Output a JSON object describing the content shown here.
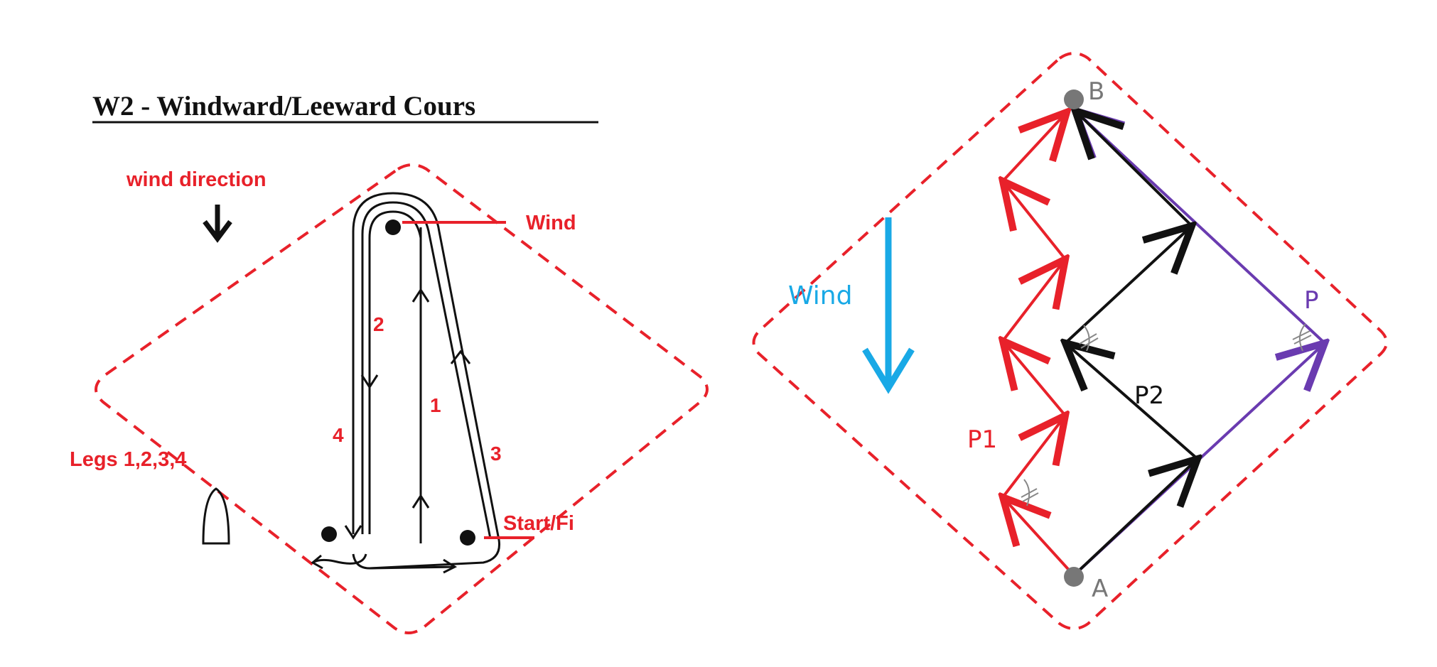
{
  "colors": {
    "red": "#e8212a",
    "black": "#111111",
    "blue": "#19a9e6",
    "purple": "#6a3bb0",
    "gray": "#777777",
    "bg": "#ffffff"
  },
  "left": {
    "title": "W2 - Windward/Leeward Cours",
    "wind_direction_label": "wind direction",
    "windward_mark_label": "Wind",
    "start_finish_label": "Start/Fi",
    "legs_label": "Legs 1,2,3,4",
    "leg_labels": [
      "1",
      "2",
      "3",
      "4"
    ],
    "icons": [
      "wind-arrow-icon",
      "boat-icon",
      "mark-buoy-icon"
    ]
  },
  "right": {
    "wind_label": "Wind",
    "point_a": "A",
    "point_b": "B",
    "path_labels": [
      "P1",
      "P2",
      "P"
    ],
    "icons": [
      "wind-arrow-icon",
      "angle-mark-icon"
    ]
  }
}
